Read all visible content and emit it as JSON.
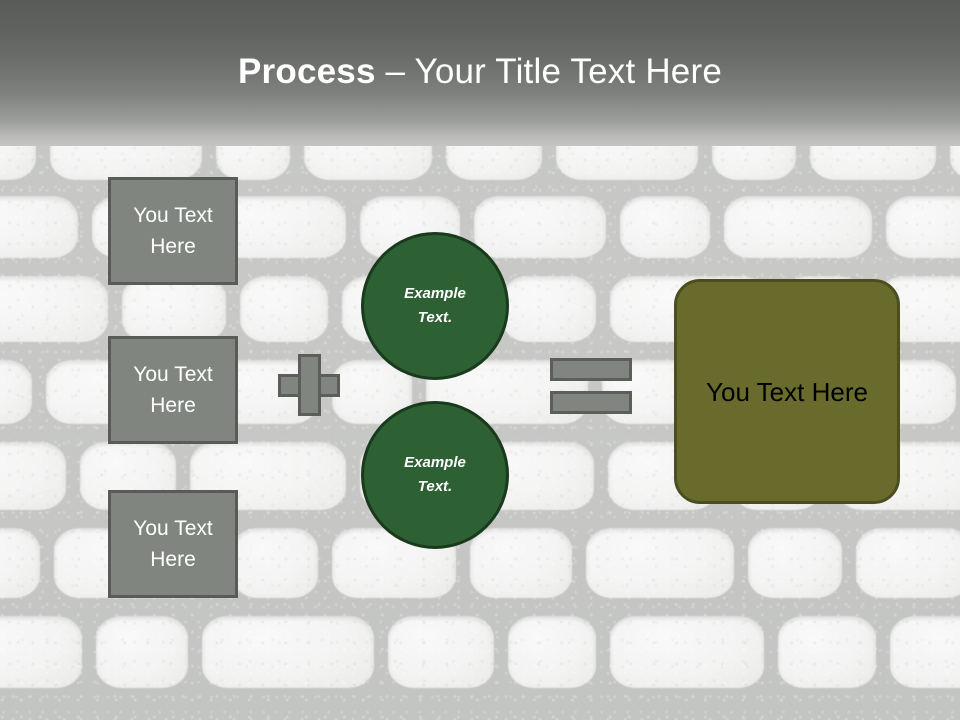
{
  "slide": {
    "title": {
      "bold_part": "Process",
      "rest_part": " – Your Title Text Here"
    },
    "background": {
      "style": "stone-wall-texture",
      "header_gradient_from": "#585b57",
      "header_gradient_to": "#c5c6c4"
    },
    "colors": {
      "gray_box_fill": "#808580",
      "gray_box_border": "#595b58",
      "green_circle_fill": "#2d6033",
      "green_circle_border": "#1a3a1e",
      "olive_box_fill": "#696b2c",
      "olive_box_border": "#4c4e20",
      "title_text": "#ffffff",
      "olive_box_text": "#000000"
    },
    "inputs": [
      {
        "label": "You Text Here"
      },
      {
        "label": "You Text Here"
      },
      {
        "label": "You Text Here"
      }
    ],
    "operators": {
      "plus": "+",
      "equals": "="
    },
    "circles": [
      {
        "line1": "Example",
        "line2": "Text."
      },
      {
        "line1": "Example",
        "line2": "Text."
      }
    ],
    "result": {
      "label": "You Text Here"
    }
  }
}
